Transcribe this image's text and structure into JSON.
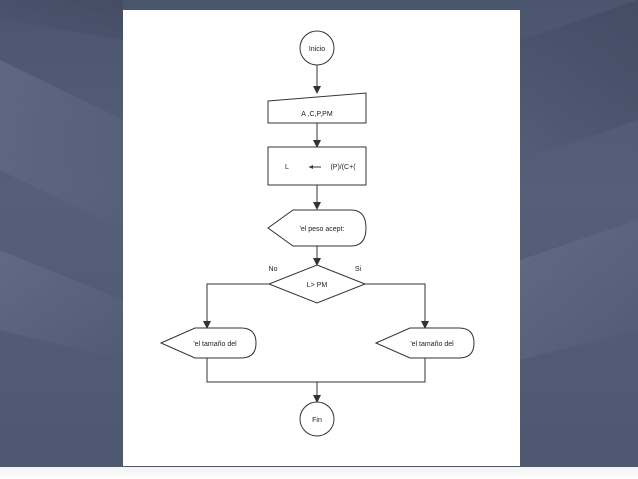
{
  "flowchart": {
    "start_label": "Inicio",
    "input_label": "A ,C,P,PM",
    "process_var": "L",
    "process_expr": "(P)/(C+(",
    "display_label": "'el peso acept:",
    "decision_label": "L> PM",
    "branch_no": "No",
    "branch_si": "Si",
    "output_left_label": "'el tamaño del",
    "output_right_label": "'el tamaño del",
    "end_label": "Fin"
  },
  "colors": {
    "background": "#4c5670",
    "slide": "#ffffff",
    "stroke": "#333333"
  }
}
